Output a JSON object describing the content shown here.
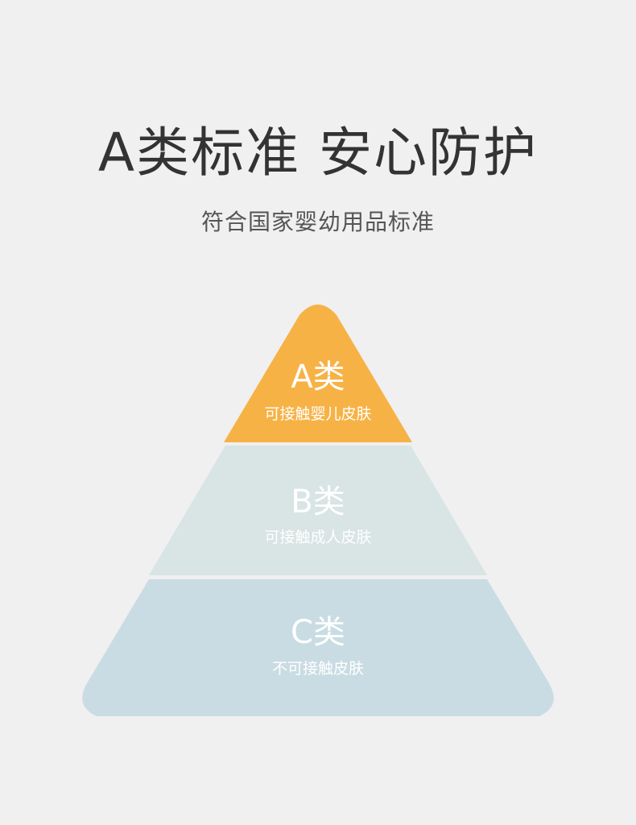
{
  "header": {
    "title": "A类标准 安心防护",
    "subtitle": "符合国家婴幼用品标准"
  },
  "pyramid": {
    "tiers": [
      {
        "title": "A类",
        "subtitle": "可接触婴儿皮肤",
        "color": "#f7b245"
      },
      {
        "title": "B类",
        "subtitle": "可接触成人皮肤",
        "color": "#d9e4e4"
      },
      {
        "title": "C类",
        "subtitle": "不可接触皮肤",
        "color": "#c9dce3"
      }
    ]
  }
}
